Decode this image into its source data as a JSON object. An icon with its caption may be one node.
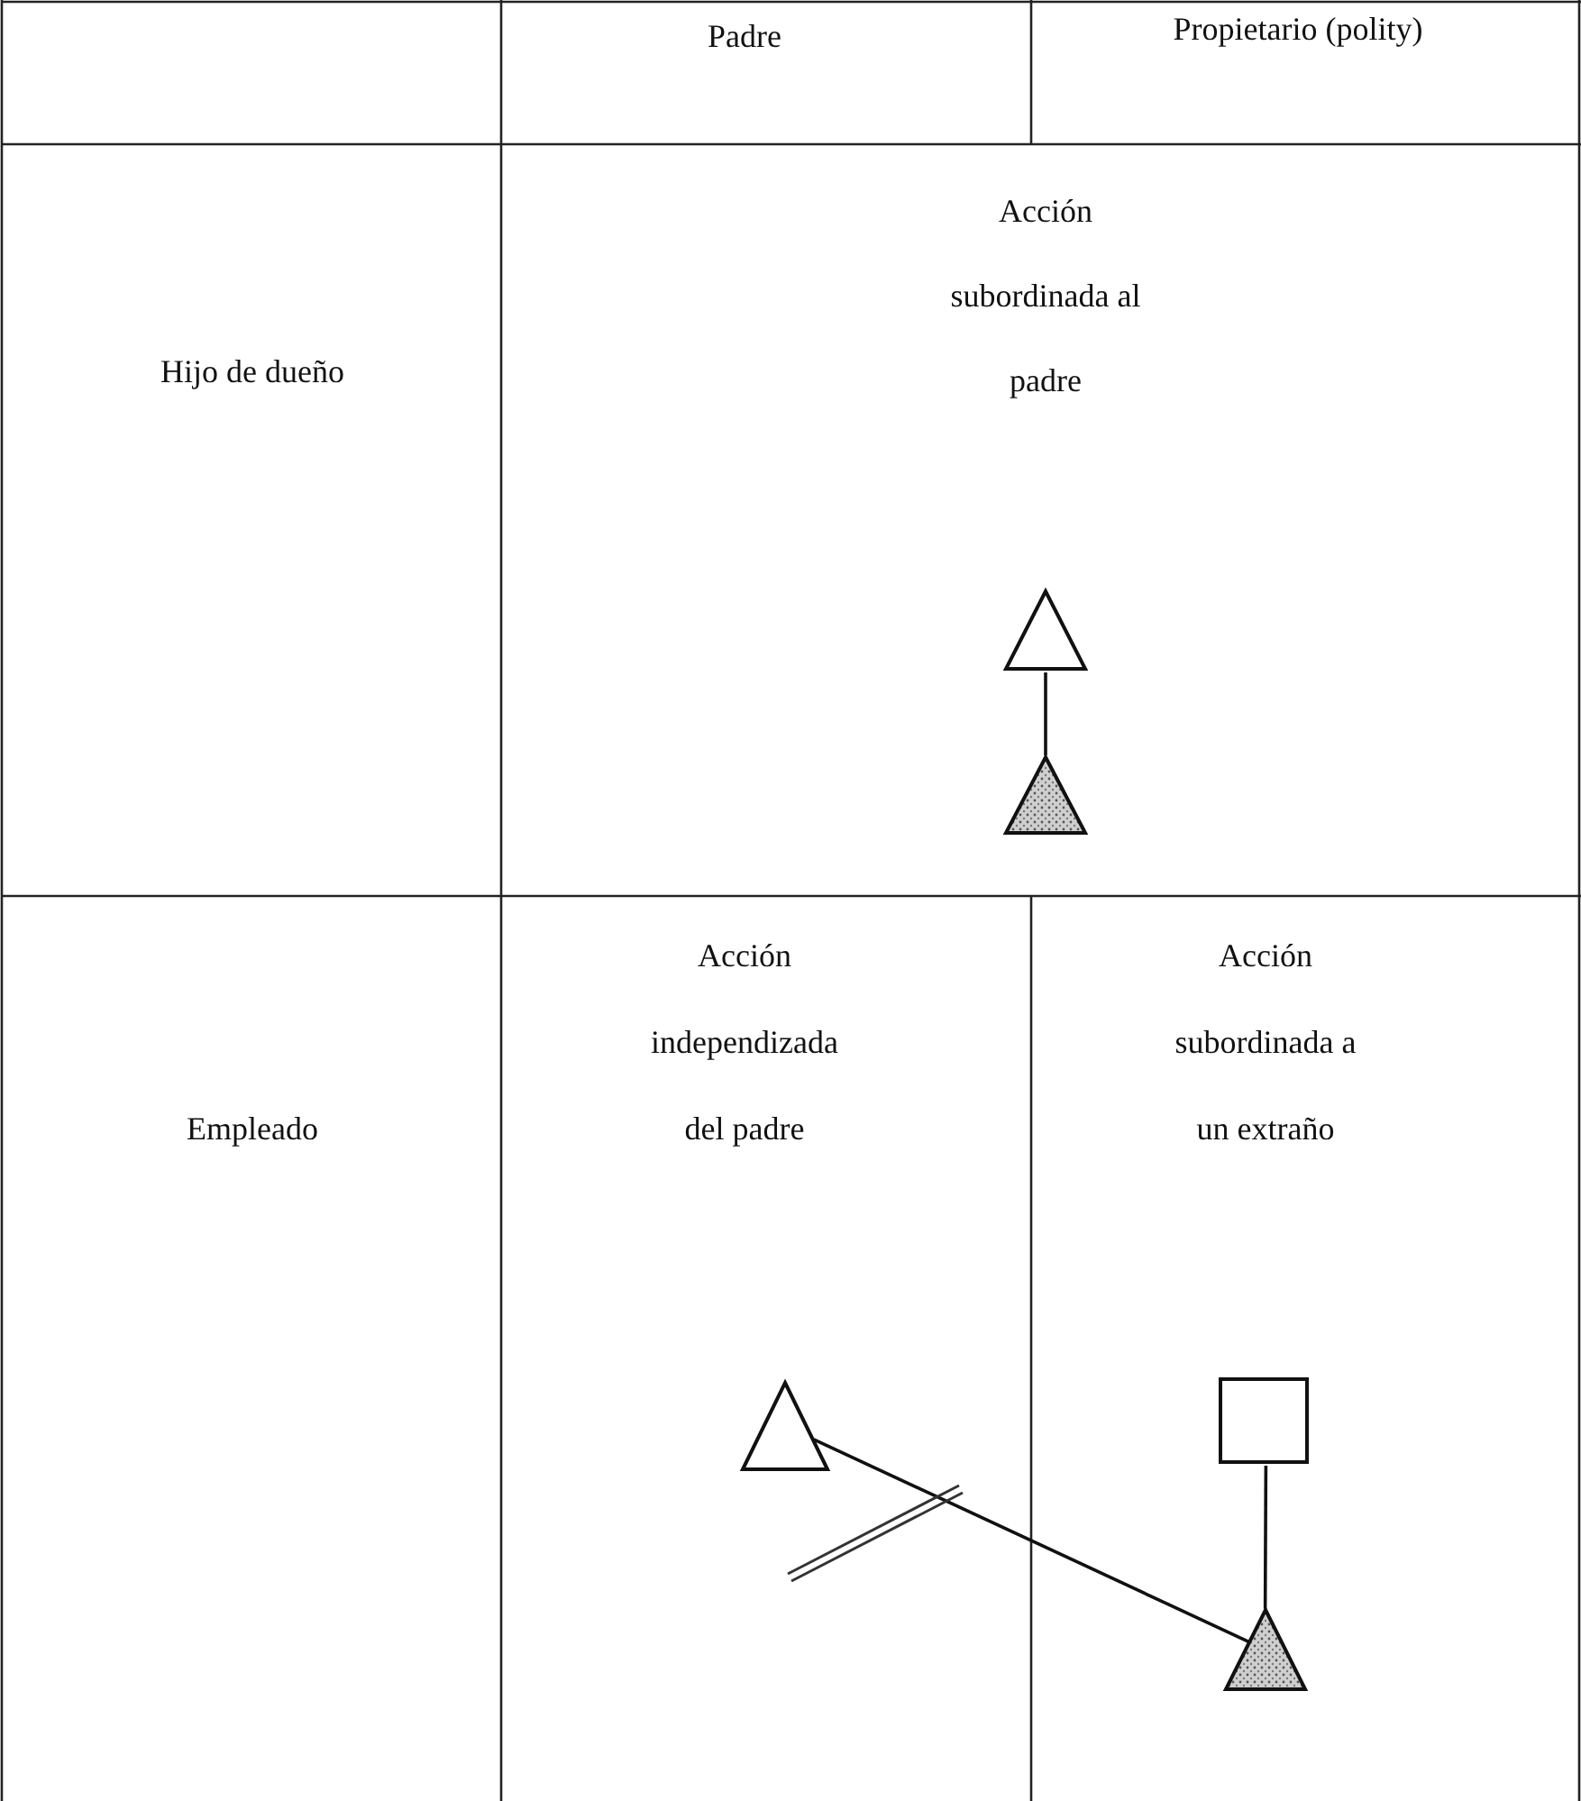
{
  "diagram": {
    "nodes": [
      {
        "text": [],
        "shape": "triangle"
      },
      {
        "text": [],
        "shape": "triangle"
      },
      {
        "text": [],
        "shape": "triangle"
      },
      {
        "text": [],
        "shape": "box"
      },
      {
        "text": [],
        "shape": "triangle"
      }
    ],
    "edges": [
      {
        "from": 0,
        "to": 1,
        "arrow": "none"
      },
      {
        "from": 2,
        "to": 4,
        "arrow": "none"
      },
      {
        "from": 3,
        "to": 4,
        "arrow": "none"
      }
    ],
    "labels": [
      "Padre",
      "Propietario (polity)",
      "Hijo de dueño",
      "Acción subordinada al padre",
      "Empleado",
      "Acción independizada del padre",
      "Acción subordinada a un extraño"
    ]
  }
}
